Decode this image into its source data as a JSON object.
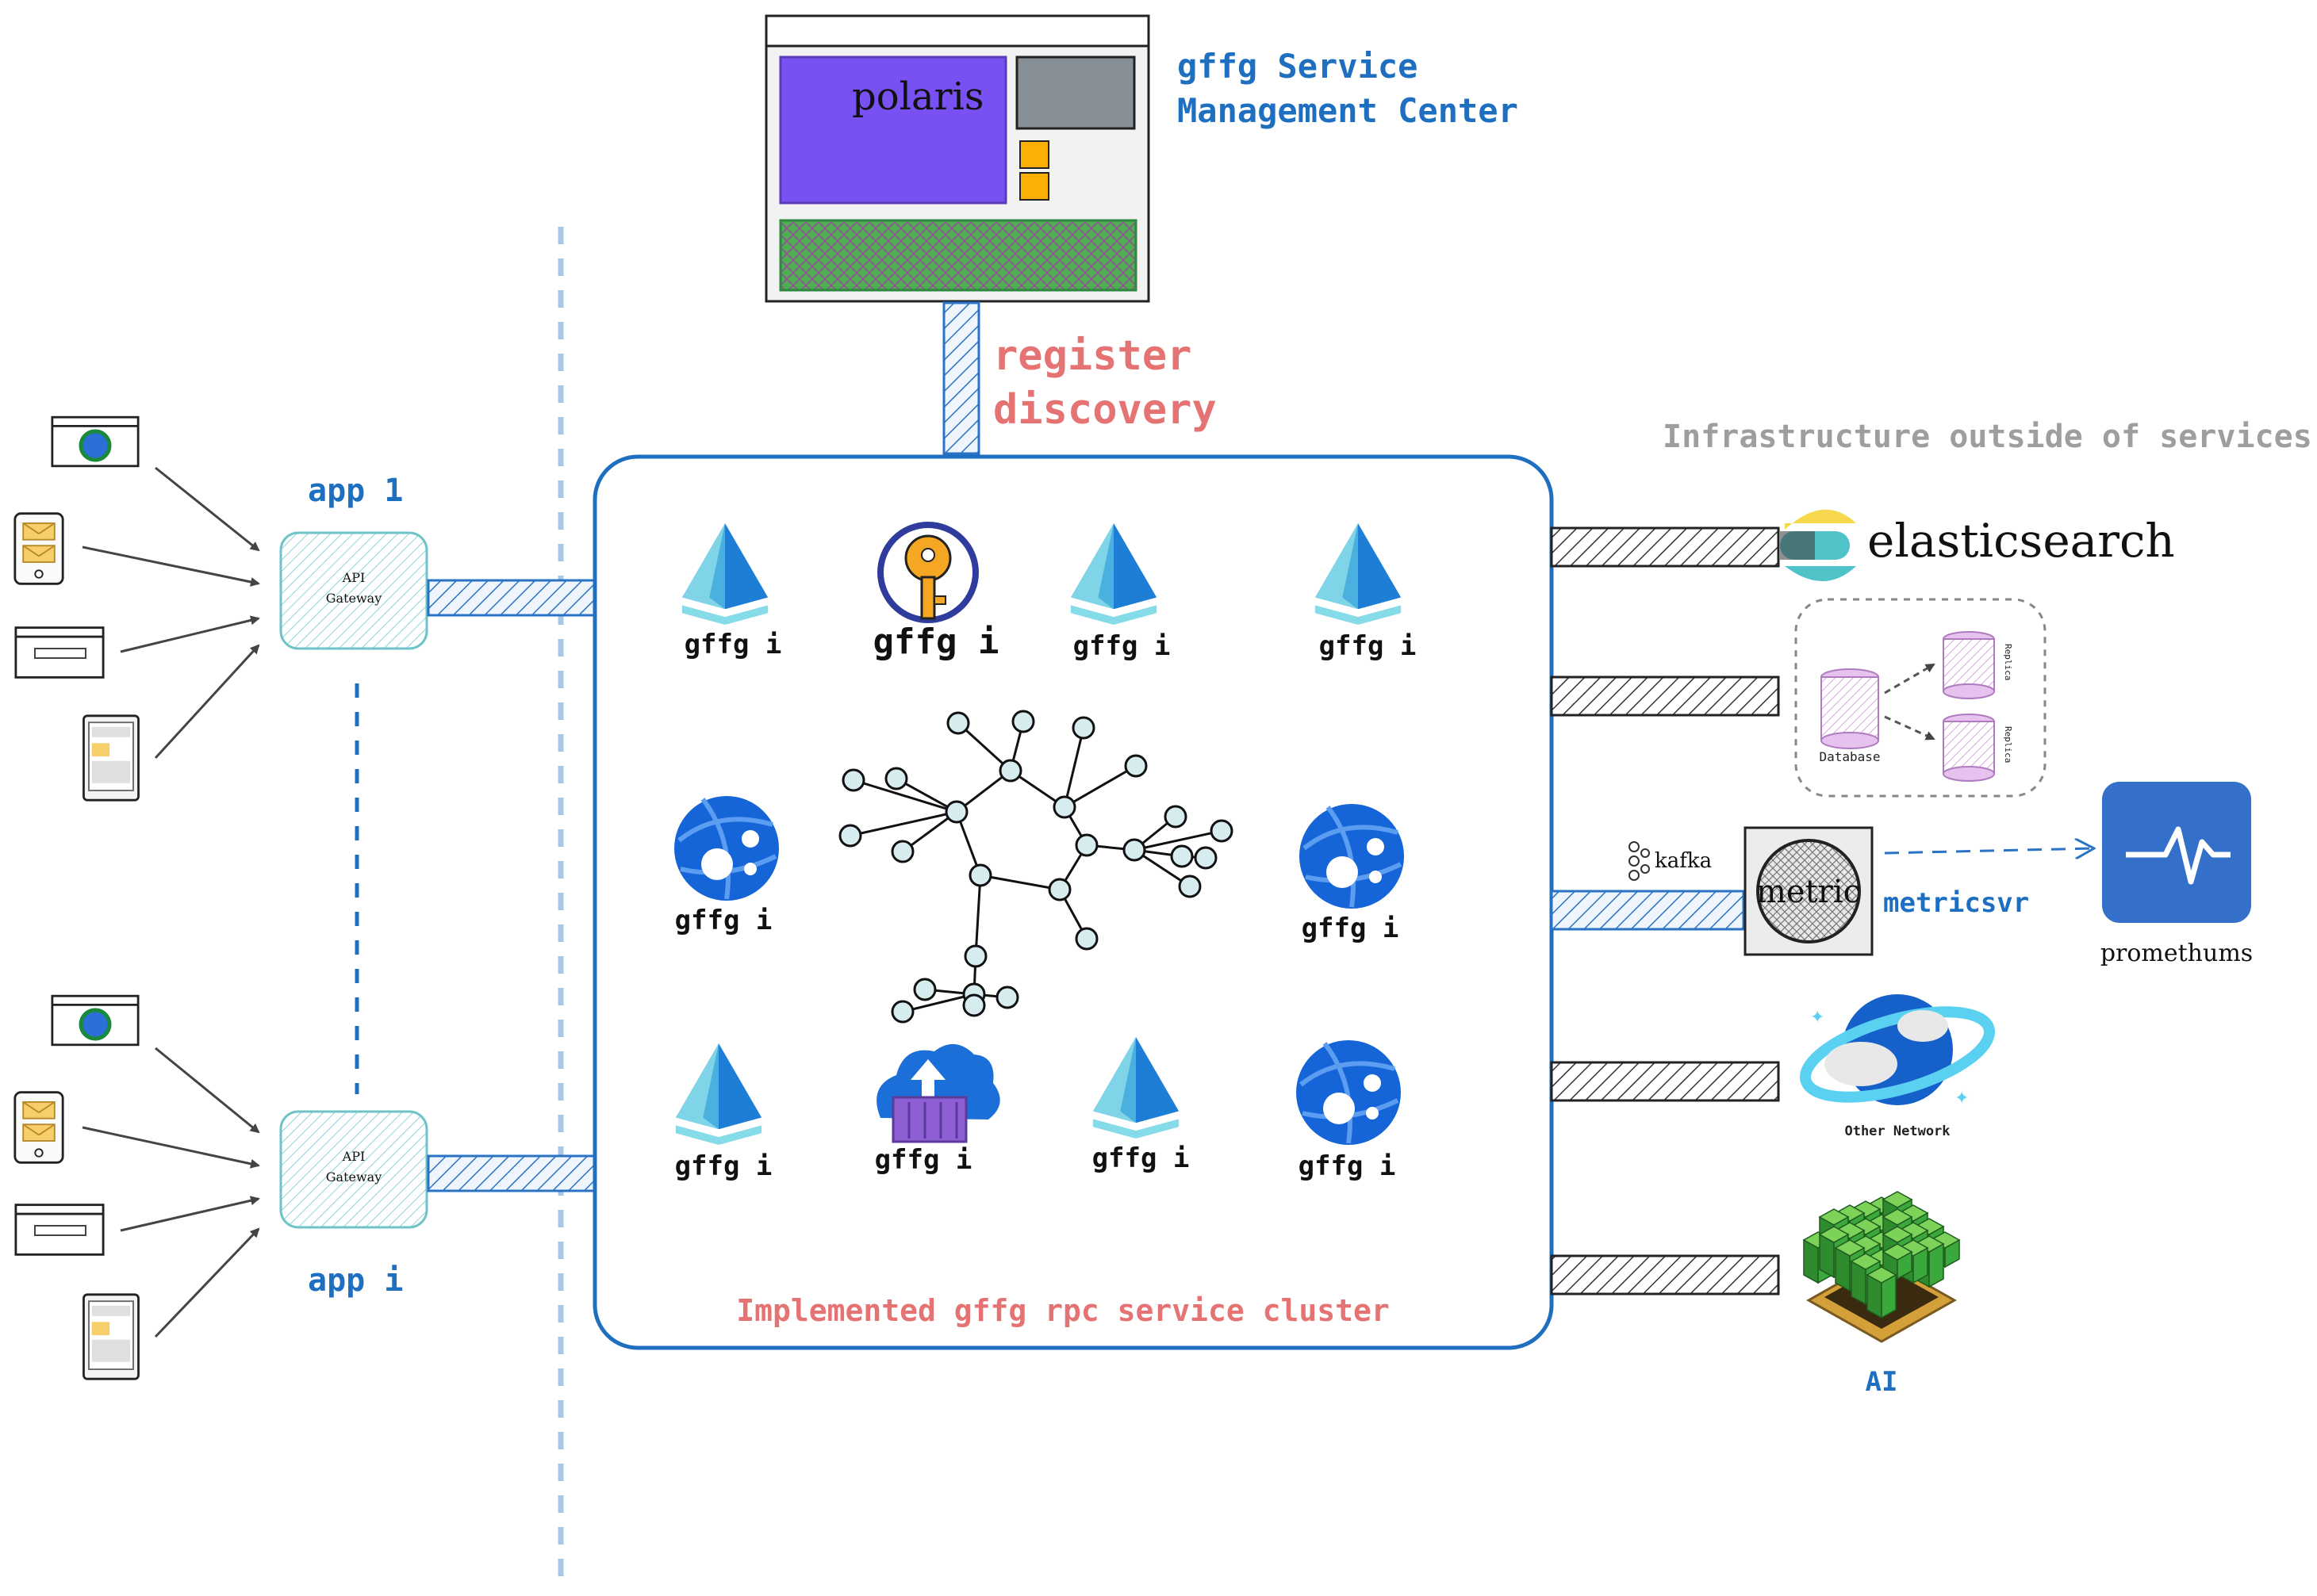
{
  "management": {
    "title_line1": "gffg Service",
    "title_line2": "Management Center",
    "panel_logo": "polaris"
  },
  "links": {
    "register": "register",
    "discovery": "discovery"
  },
  "apps": {
    "app1": "app 1",
    "appi": "app i",
    "gateway_line1": "API",
    "gateway_line2": "Gateway"
  },
  "cluster": {
    "caption": "Implemented gffg rpc service cluster",
    "node_label": "gffg i",
    "node_icons": [
      "pyramid-icon",
      "key-icon",
      "pyramid-icon",
      "pyramid-icon",
      "globe-icon",
      "globe-icon",
      "pyramid-icon",
      "cloud-upload-icon",
      "pyramid-icon",
      "globe-icon"
    ]
  },
  "infrastructure": {
    "heading": "Infrastructure outside of services",
    "elasticsearch": "elasticsearch",
    "database": "Database",
    "replica": "Replica",
    "kafka": "kafka",
    "metric_badge": "metric",
    "metricsvr": "metricsvr",
    "prometheus": "promethums",
    "other_network": "Other Network",
    "ai": "AI"
  },
  "colors": {
    "accent_blue": "#1f6fc0",
    "accent_red": "#e57373",
    "polaris_purple": "#7950f2",
    "prometheus_blue": "#3470c9"
  }
}
